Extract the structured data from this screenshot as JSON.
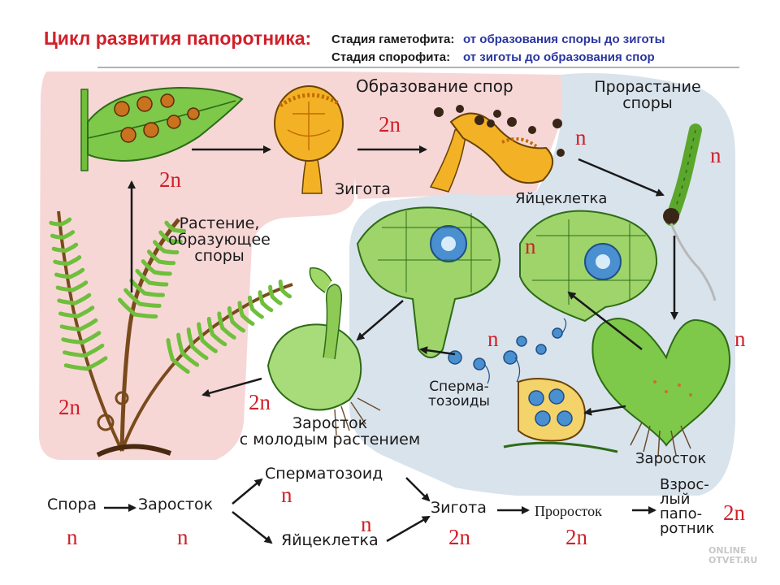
{
  "header": {
    "title": "Цикл развития папоротника:",
    "gametophyte_label": "Стадия гаметофита:",
    "gametophyte_range": "от образования  споры  до зиготы",
    "sporophyte_label": "Стадия спорофита:",
    "sporophyte_range": "от зиготы     до  образования спор"
  },
  "labels": {
    "spore_formation": "Образование спор",
    "spore_germination_1": "Прорастание",
    "spore_germination_2": "споры",
    "zygote": "Зигота",
    "egg_cell": "Яйцеклетка",
    "plant_1": "Растение,",
    "plant_2": "образующее",
    "plant_3": "споры",
    "sperm_1": "Сперма-",
    "sperm_2": "тозоиды",
    "prothallus": "Заросток",
    "prothallus_young_1": "Заросток",
    "prothallus_young_2": "с молодым растением"
  },
  "ploidy": {
    "leaf": "2n",
    "sporangium": "2n",
    "spore": "n",
    "germinating": "n",
    "archegonium": "n",
    "sperm": "n",
    "prothallus": "n",
    "young_plant": "2n",
    "adult": "2n"
  },
  "scheme": {
    "spore": "Спора",
    "prothallus": "Заросток",
    "sperm": "Сперматозоид",
    "egg": "Яйцеклетка",
    "zygote": "Зигота",
    "sprout": "Проросток",
    "adult_1": "Взрос-",
    "adult_2": "лый",
    "adult_3": "папо-",
    "adult_4": "ротник",
    "ploidy_spore": "n",
    "ploidy_prothallus": "n",
    "ploidy_sperm": "n",
    "ploidy_egg": "n",
    "ploidy_zygote": "2n",
    "ploidy_sprout": "2n",
    "ploidy_adult": "2n"
  },
  "watermark": {
    "line1": "ONLINE",
    "line2": "OTVET.RU"
  },
  "colors": {
    "sporophyte_bg": "#f6d7d6",
    "gametophyte_bg": "#d9e3ec",
    "leaf_green": "#6fbf3c",
    "sorus": "#c9731f",
    "sporangium": "#f3b226",
    "arrow": "#1a1a1a",
    "ploidy_red": "#d1202a",
    "title_red": "#d1202a",
    "subtitle_blue": "#2a35a0"
  }
}
